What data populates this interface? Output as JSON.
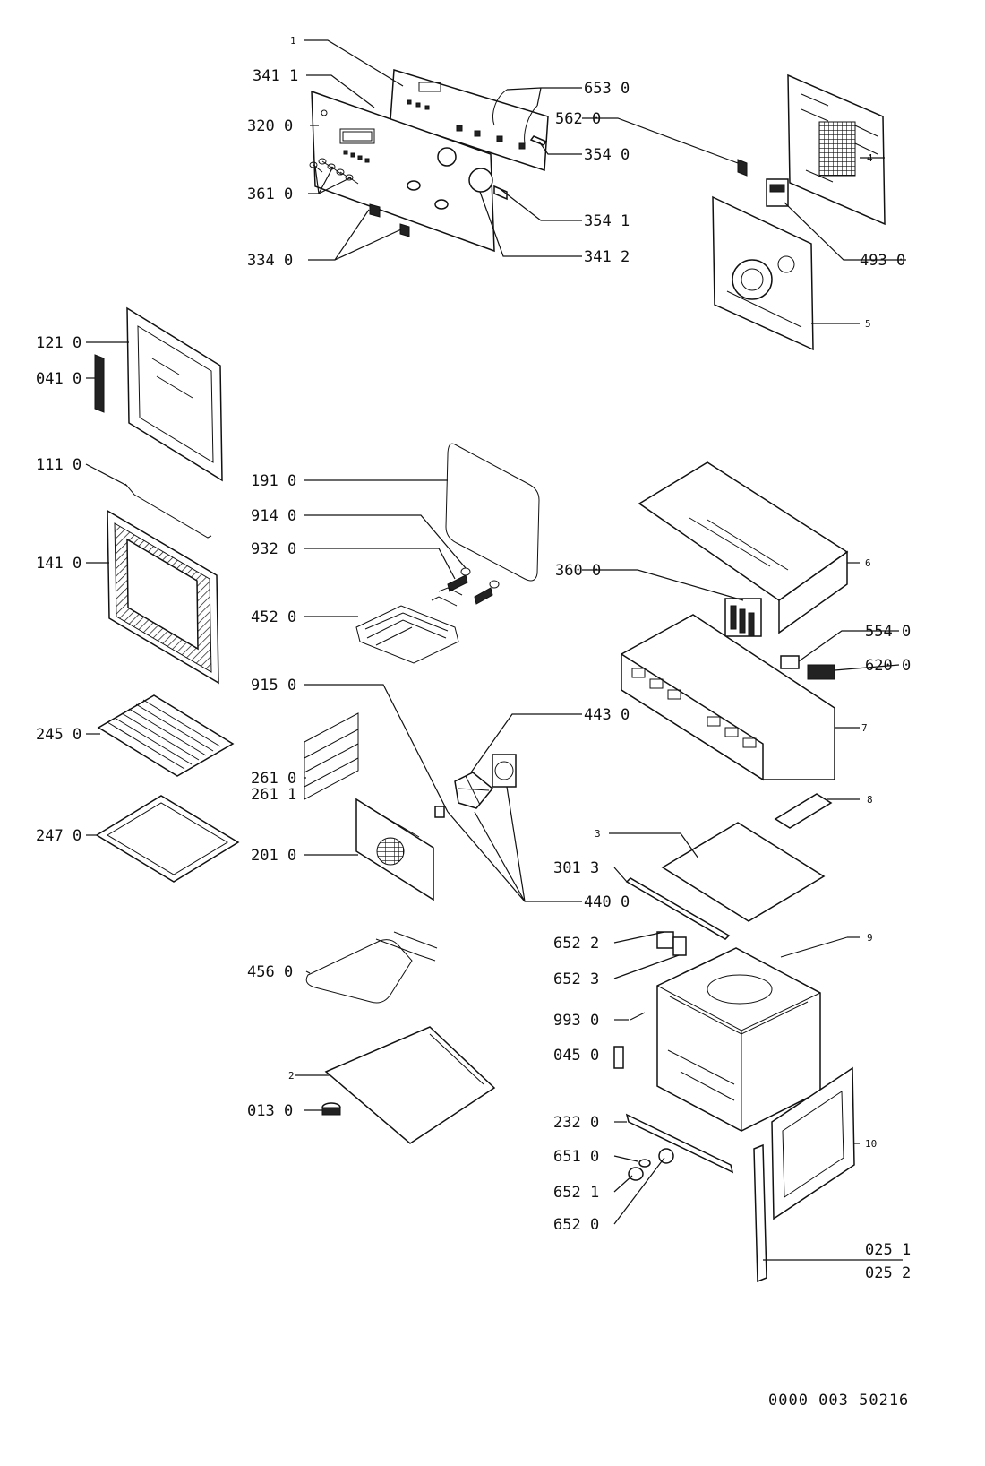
{
  "labels": {
    "p1": "1",
    "p341_1": "341 1",
    "p320_0": "320 0",
    "p361_0": "361 0",
    "p334_0": "334 0",
    "p653_0": "653 0",
    "p562_0": "562 0",
    "p354_0": "354 0",
    "p354_1": "354 1",
    "p341_2": "341 2",
    "p4": "4",
    "p493_0": "493 0",
    "p5": "5",
    "p121_0": "121 0",
    "p041_0": "041 0",
    "p111_0": "111 0",
    "p141_0": "141 0",
    "p245_0": "245 0",
    "p247_0": "247 0",
    "p191_0": "191 0",
    "p914_0": "914 0",
    "p932_0": "932 0",
    "p452_0": "452 0",
    "p915_0": "915 0",
    "p261_0": "261 0",
    "p261_1": "261 1",
    "p201_0": "201 0",
    "p456_0": "456 0",
    "p2": "2",
    "p013_0": "013 0",
    "p443_0": "443 0",
    "p440_0": "440 0",
    "p360_0": "360 0",
    "p6": "6",
    "p554_0": "554 0",
    "p620_0": "620 0",
    "p7": "7",
    "p8": "8",
    "p3": "3",
    "p301_3": "301 3",
    "p9": "9",
    "p652_2": "652 2",
    "p652_3": "652 3",
    "p993_0": "993 0",
    "p045_0": "045 0",
    "p232_0": "232 0",
    "p651_0": "651 0",
    "p652_1": "652 1",
    "p652_0": "652 0",
    "p10": "10",
    "p025_1": "025 1",
    "p025_2": "025 2"
  },
  "document_number": "0000 003 50216"
}
